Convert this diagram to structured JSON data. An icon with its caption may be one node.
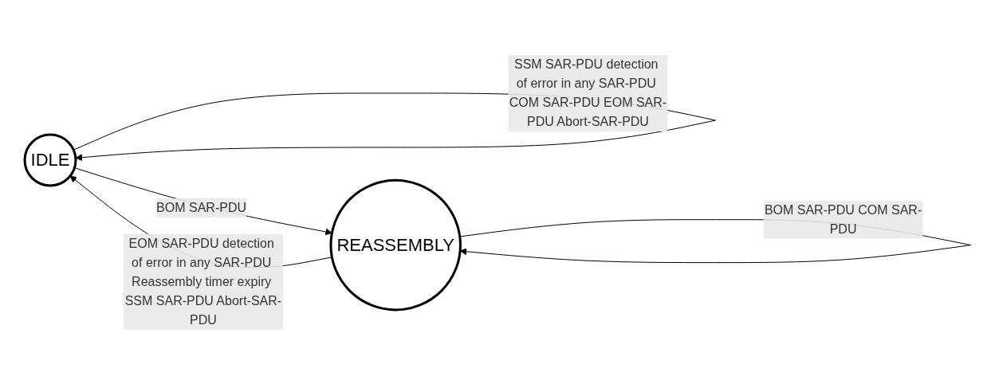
{
  "diagram": {
    "nodes": [
      {
        "text": [
          "IDLE"
        ]
      },
      {
        "text": [
          "REASSEMBLY"
        ]
      }
    ],
    "edges": [
      {
        "from": 0,
        "to": 0,
        "arrow": "to",
        "label": "SSM SAR-PDU detection of error in any SAR-PDU COM SAR-PDU EOM SAR-PDU Abort-SAR-PDU"
      },
      {
        "from": 0,
        "to": 1,
        "arrow": "to",
        "label": "BOM SAR-PDU"
      },
      {
        "from": 1,
        "to": 1,
        "arrow": "to",
        "label": "BOM SAR-PDU COM SAR-PDU"
      },
      {
        "from": 1,
        "to": 0,
        "arrow": "to",
        "label": "EOM SAR-PDU detection of error in any SAR-PDU Reassembly timer expiry SSM SAR-PDU Abort-SAR-PDU"
      }
    ]
  }
}
